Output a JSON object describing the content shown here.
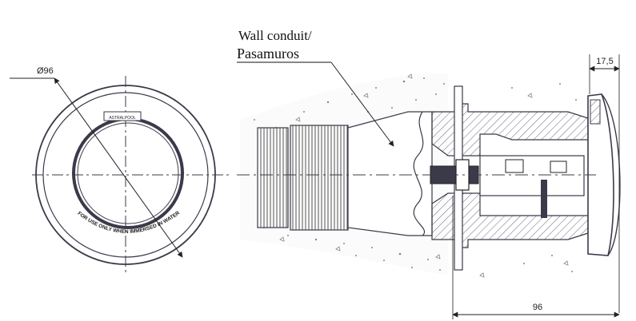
{
  "callout": {
    "line1": "Wall conduit/",
    "line2": "Pasamuros"
  },
  "front_view": {
    "diameter_label": "Ø96",
    "badge_text": "ASTRALPOOL",
    "rim_text": "FOR USE ONLY WHEN IMMERSED IN WATER"
  },
  "dimensions": {
    "flange_depth": "17,5",
    "body_length": "96"
  },
  "colors": {
    "line": "#3a3a4a",
    "hatch": "#6a6a7a",
    "text": "#111111"
  }
}
